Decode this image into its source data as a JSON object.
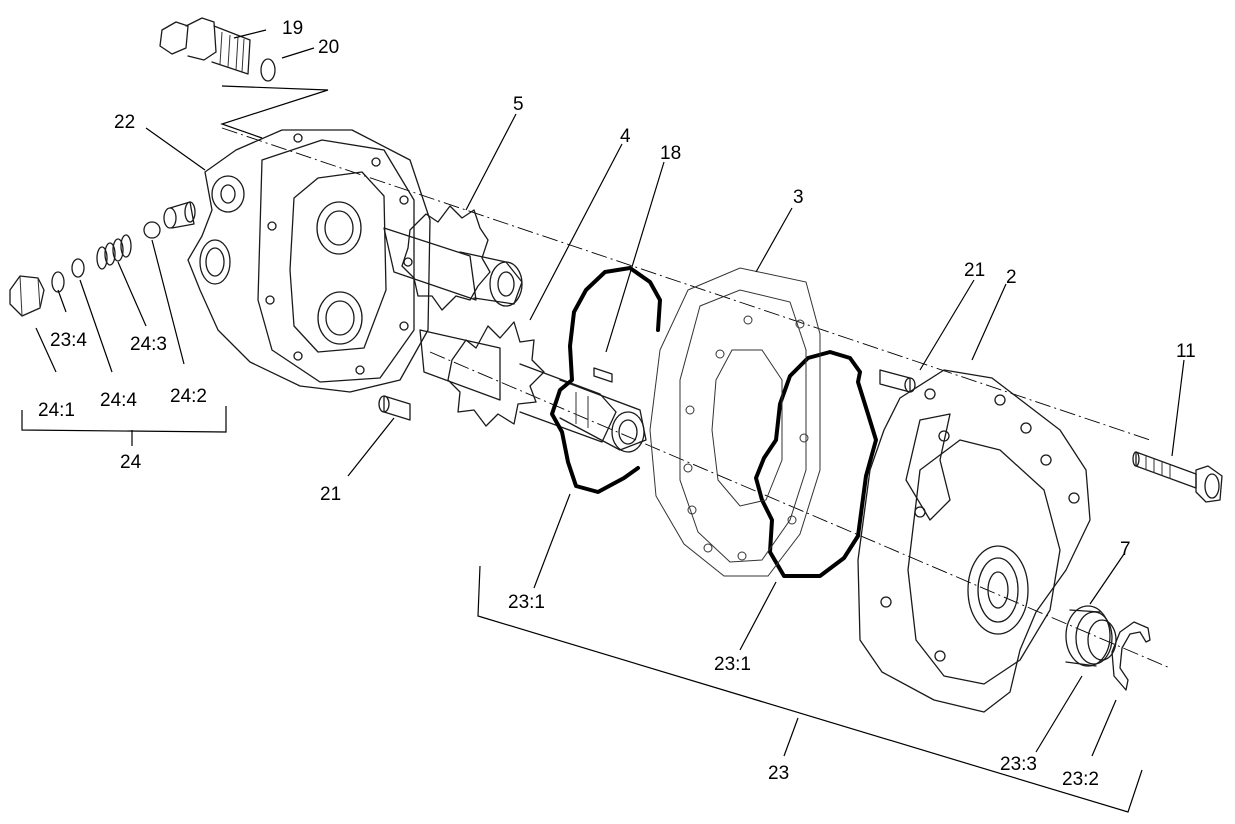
{
  "callouts": {
    "c19": "19",
    "c20": "20",
    "c22": "22",
    "c5": "5",
    "c4": "4",
    "c18": "18",
    "c3": "3",
    "c21_top": "21",
    "c2": "2",
    "c11": "11",
    "c7": "7",
    "c21_bottom": "21",
    "c23_4": "23:4",
    "c24_3": "24:3",
    "c24_1": "24:1",
    "c24_4": "24:4",
    "c24_2": "24:2",
    "c24": "24",
    "c23_1_left": "23:1",
    "c23_1_right": "23:1",
    "c23": "23",
    "c23_3": "23:3",
    "c23_2": "23:2"
  }
}
